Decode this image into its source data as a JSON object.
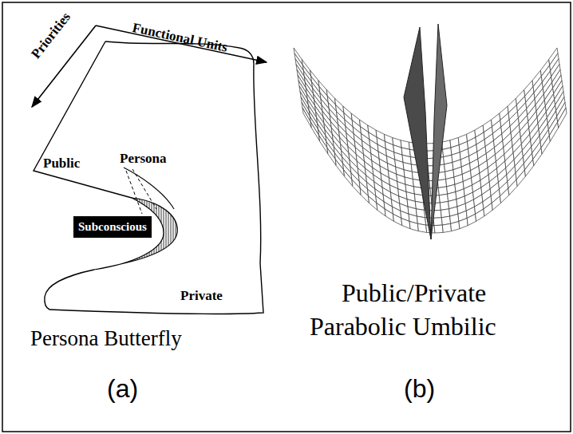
{
  "diagram": {
    "nodes": [
      {
        "text": [
          "Subconscious"
        ]
      }
    ],
    "labels": [
      "Functional Units",
      "Priorities",
      "Public",
      "Persona",
      "Private",
      "Persona Butterfly",
      "Public/Private",
      "Parabolic Umbilic",
      "(a)",
      "(b)"
    ]
  }
}
